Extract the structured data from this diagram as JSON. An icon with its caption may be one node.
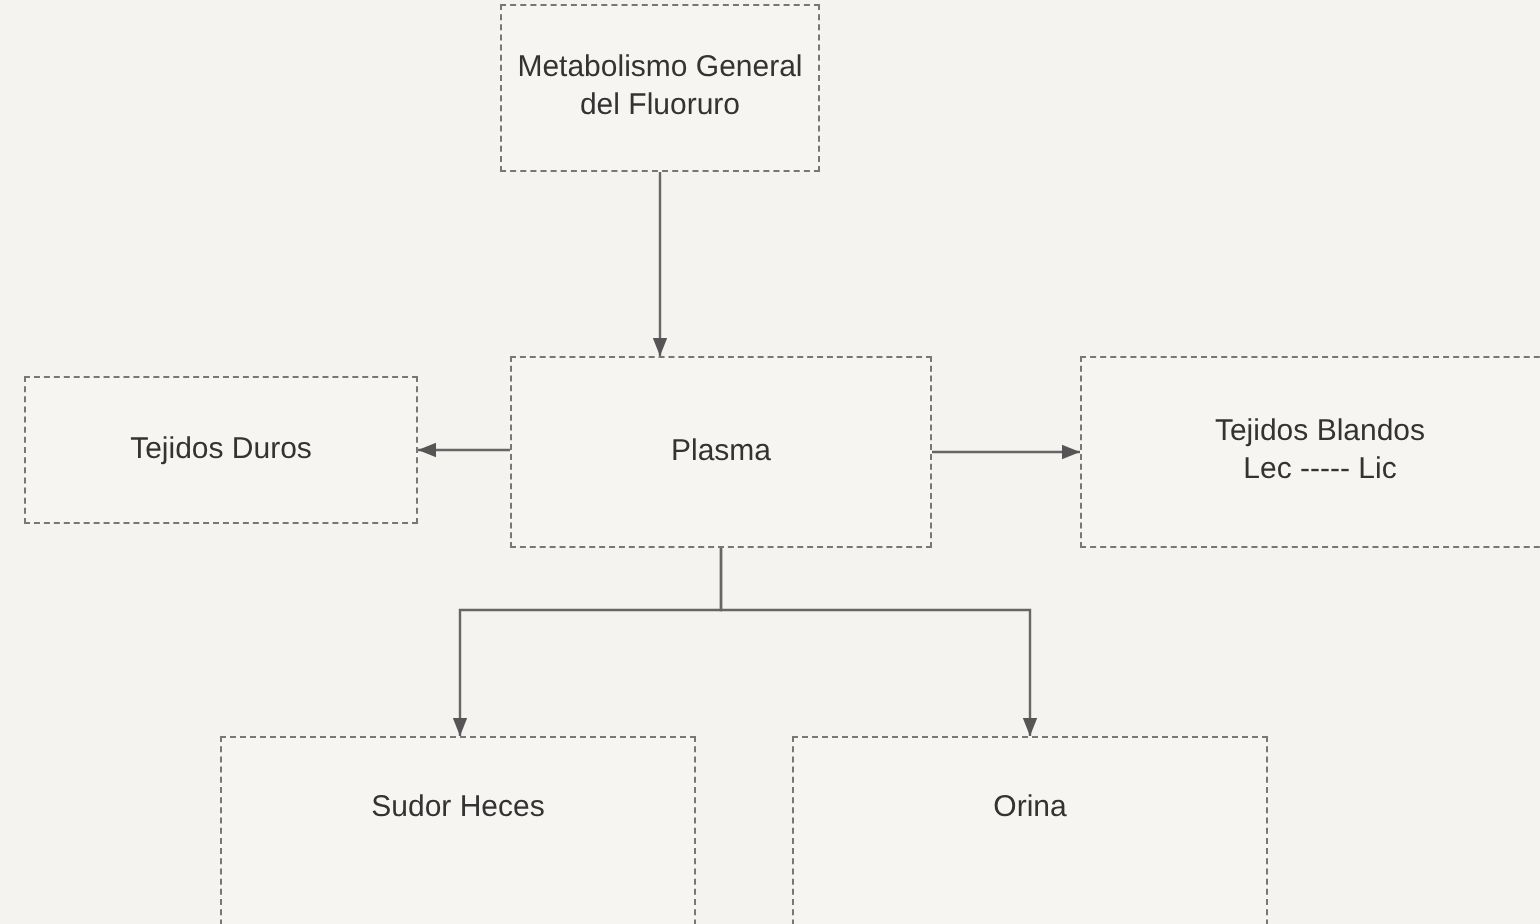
{
  "diagram": {
    "nodes": [
      {
        "text": [
          "Metabolismo General del Fluoruro"
        ]
      },
      {
        "text": [
          "Plasma"
        ]
      },
      {
        "text": [
          "Tejidos Duros"
        ]
      },
      {
        "text": [
          "Tejidos Blandos",
          "Lec ----- Lic"
        ]
      },
      {
        "text": [
          "Sudor Heces"
        ]
      },
      {
        "text": [
          "Orina"
        ]
      }
    ],
    "edges": [
      {
        "from": 0,
        "to": 1,
        "arrow": "to"
      },
      {
        "from": 1,
        "to": 2,
        "arrow": "to"
      },
      {
        "from": 1,
        "to": 3,
        "arrow": "to"
      },
      {
        "from": 1,
        "to": 4,
        "arrow": "to"
      },
      {
        "from": 1,
        "to": 5,
        "arrow": "to"
      }
    ]
  }
}
